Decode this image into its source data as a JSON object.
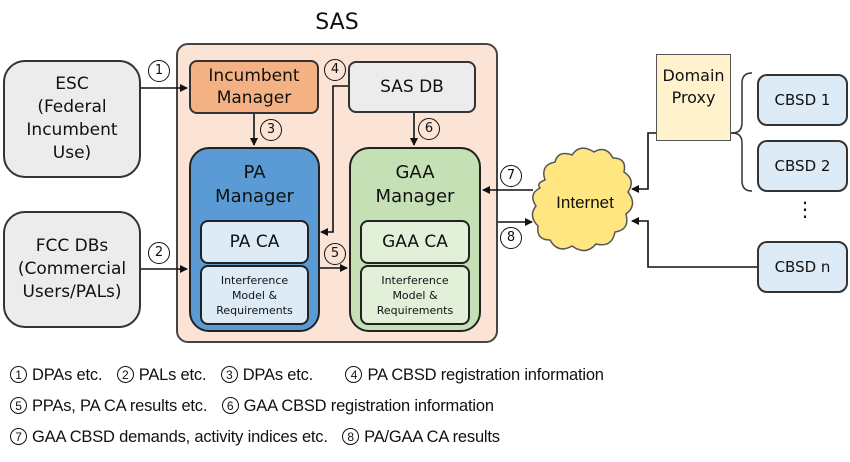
{
  "title": "SAS",
  "external": {
    "esc": "ESC (Federal Incumbent Use)",
    "esc_lines": [
      "ESC",
      "(Federal",
      "Incumbent",
      "Use)"
    ],
    "fcc_lines": [
      "FCC DBs",
      "(Commercial",
      "Users/PALs)"
    ]
  },
  "sas": {
    "incumbent_manager": [
      "Incumbent",
      "Manager"
    ],
    "sas_db": "SAS DB",
    "pa_manager": {
      "title": [
        "PA",
        "Manager"
      ],
      "ca": "PA CA",
      "model": [
        "Interference",
        "Model &",
        "Requirements"
      ]
    },
    "gaa_manager": {
      "title": [
        "GAA",
        "Manager"
      ],
      "ca": "GAA CA",
      "model": [
        "Interference",
        "Model &",
        "Requirements"
      ]
    }
  },
  "network": {
    "internet": "Internet",
    "domain_proxy": [
      "Domain",
      "Proxy"
    ],
    "cbsds": [
      "CBSD 1",
      "CBSD 2",
      "CBSD n"
    ],
    "ellipsis": "⋮"
  },
  "flows": [
    "1",
    "2",
    "3",
    "4",
    "5",
    "6",
    "7",
    "8"
  ],
  "legend": [
    [
      {
        "n": "1",
        "text": "DPAs etc."
      },
      {
        "n": "2",
        "text": "PALs etc."
      },
      {
        "n": "3",
        "text": "DPAs etc."
      },
      {
        "n": "4",
        "text": "PA CBSD registration information"
      }
    ],
    [
      {
        "n": "5",
        "text": "PPAs, PA CA results etc."
      },
      {
        "n": "6",
        "text": "GAA CBSD registration information"
      }
    ],
    [
      {
        "n": "7",
        "text": "GAA CBSD demands, activity indices etc."
      },
      {
        "n": "8",
        "text": "PA/GAA CA results"
      }
    ]
  ],
  "colors": {
    "sas_bg": "#fbe4d6",
    "incumbent": "#f4b183",
    "pa": "#5b9bd5",
    "gaa": "#c5e0b4",
    "proxy": "#fff2cc",
    "cbsd": "#ddebf7",
    "cloud": "#ffe680"
  }
}
